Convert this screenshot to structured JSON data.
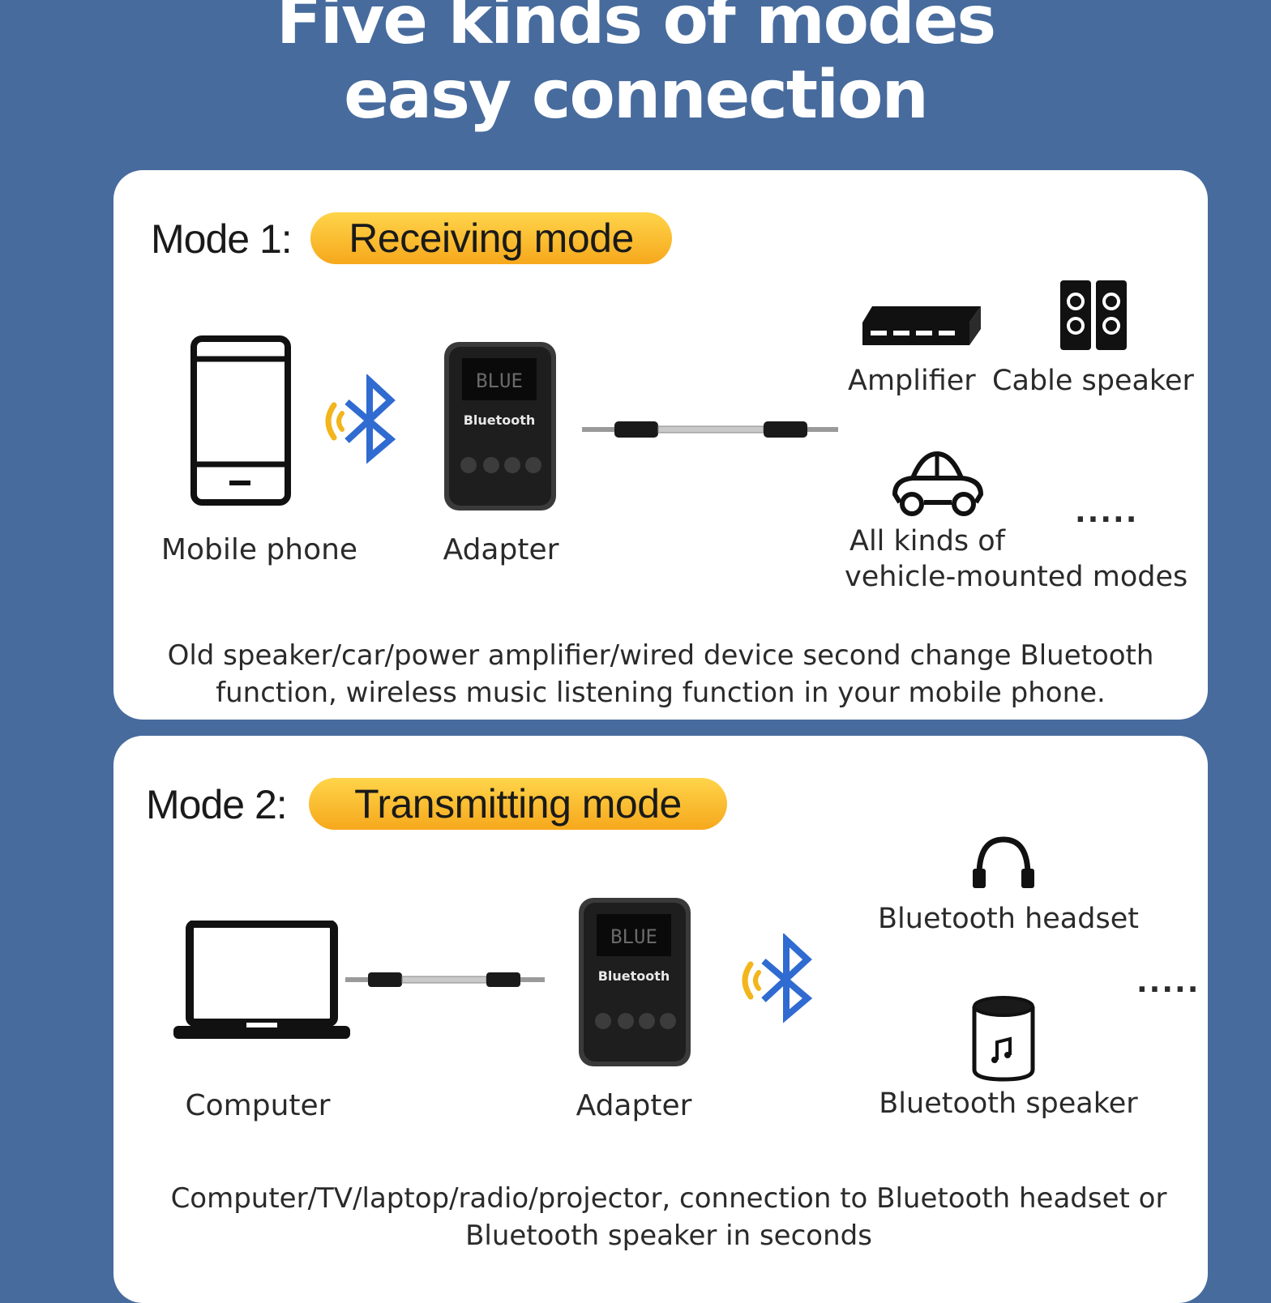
{
  "header": {
    "line1": "Five kinds of modes",
    "line2": "easy connection"
  },
  "mode1": {
    "prefix": "Mode 1:",
    "name": "Receiving mode",
    "source_label": "Mobile phone",
    "adapter_label": "Adapter",
    "adapter_screen": "BLUE",
    "adapter_brand": "Bluetooth",
    "targets": {
      "amplifier": "Amplifier",
      "cable_speaker": "Cable speaker",
      "vehicle_line1": "All kinds of",
      "vehicle_line2": "vehicle-mounted modes",
      "more": "....."
    },
    "description_line1": "Old speaker/car/power amplifier/wired device second change Bluetooth",
    "description_line2": "function, wireless music listening function in your mobile phone."
  },
  "mode2": {
    "prefix": "Mode 2:",
    "name": "Transmitting mode",
    "source_label": "Computer",
    "adapter_label": "Adapter",
    "adapter_screen": "BLUE",
    "adapter_brand": "Bluetooth",
    "targets": {
      "headset": "Bluetooth headset",
      "speaker": "Bluetooth speaker",
      "more": "....."
    },
    "description_line1": "Computer/TV/laptop/radio/projector, connection to Bluetooth headset or",
    "description_line2": "Bluetooth speaker in seconds"
  },
  "colors": {
    "background": "#476b9d",
    "card": "#ffffff",
    "pill_top": "#ffd44a",
    "pill_bottom": "#f6a81c",
    "bluetooth": "#2f6bd0",
    "signal": "#f2b51c"
  },
  "icons": [
    "phone-icon",
    "bluetooth-icon",
    "adapter-icon",
    "aux-cable-icon",
    "amplifier-icon",
    "cable-speaker-icon",
    "car-icon",
    "laptop-icon",
    "headset-icon",
    "bluetooth-speaker-icon"
  ]
}
